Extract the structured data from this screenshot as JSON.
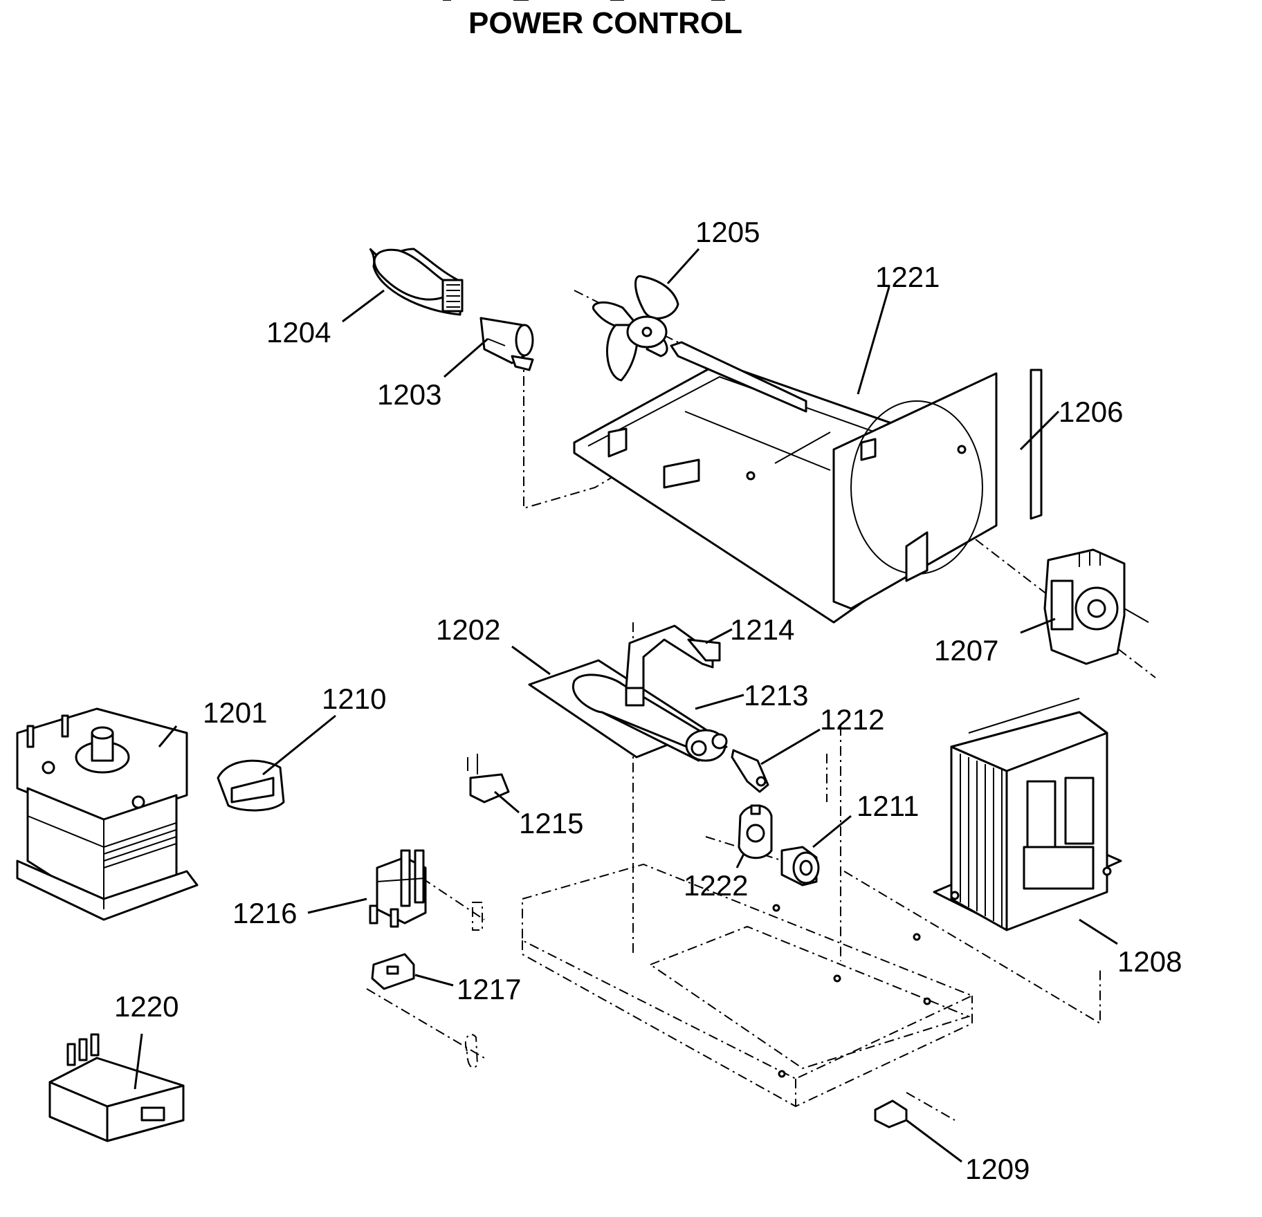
{
  "title": "POWER CONTROL",
  "callouts": {
    "p1201": "1201",
    "p1202": "1202",
    "p1203": "1203",
    "p1204": "1204",
    "p1205": "1205",
    "p1206": "1206",
    "p1207": "1207",
    "p1208": "1208",
    "p1209": "1209",
    "p1210": "1210",
    "p1211": "1211",
    "p1212": "1212",
    "p1213": "1213",
    "p1214": "1214",
    "p1215": "1215",
    "p1216": "1216",
    "p1217": "1217",
    "p1220": "1220",
    "p1221": "1221",
    "p1222": "1222"
  }
}
